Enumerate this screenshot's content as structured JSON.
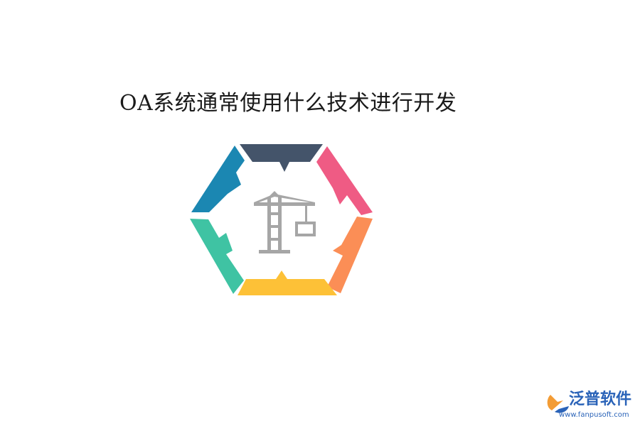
{
  "title": "OA系统通常使用什么技术进行开发",
  "diagram": {
    "center_icon": "construction-crane-icon",
    "segments": [
      {
        "name": "top",
        "color": "#44546a"
      },
      {
        "name": "upper-right",
        "color": "#ef5b84"
      },
      {
        "name": "lower-right",
        "color": "#fb8e56"
      },
      {
        "name": "bottom",
        "color": "#fdc137"
      },
      {
        "name": "lower-left",
        "color": "#3fc3a3"
      },
      {
        "name": "upper-left",
        "color": "#1b87b2"
      }
    ],
    "icon_color": "#a6a6a6"
  },
  "logo": {
    "brand": "泛普软件",
    "url": "www.fanpusoft.com",
    "icon": "fanpu-logo-icon",
    "color": "#2a63b8"
  }
}
